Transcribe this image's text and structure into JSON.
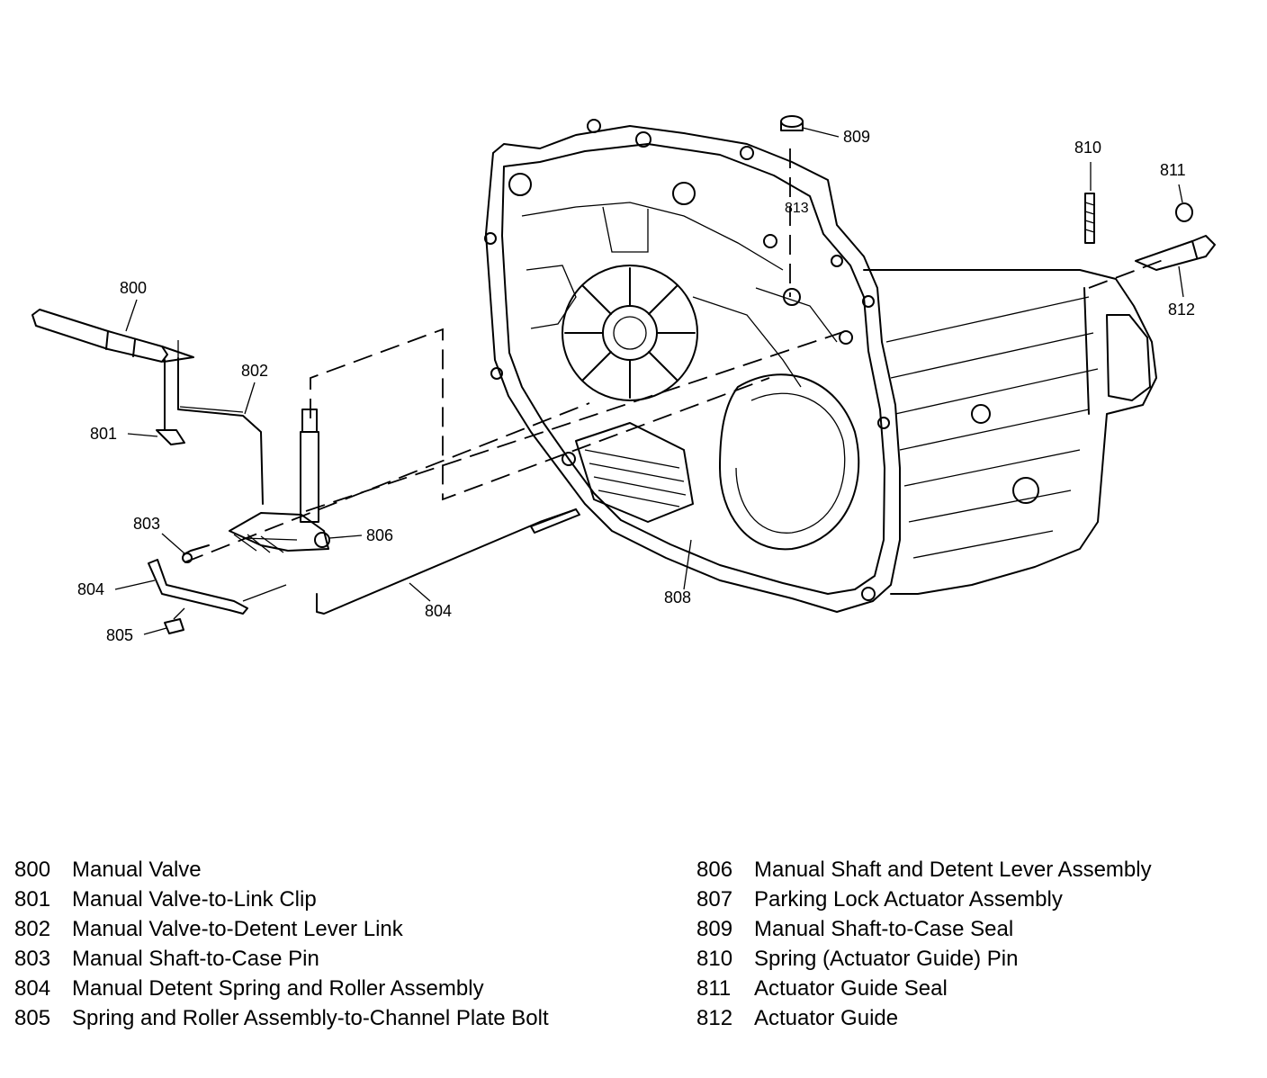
{
  "callouts": {
    "c800": "800",
    "c801": "801",
    "c802": "802",
    "c803": "803",
    "c804a": "804",
    "c804b": "804",
    "c805": "805",
    "c806": "806",
    "c808": "808",
    "c809": "809",
    "c810": "810",
    "c811": "811",
    "c812": "812",
    "c813": "813"
  },
  "legend": {
    "left": [
      {
        "num": "800",
        "desc": "Manual Valve"
      },
      {
        "num": "801",
        "desc": "Manual Valve-to-Link Clip"
      },
      {
        "num": "802",
        "desc": "Manual Valve-to-Detent Lever Link"
      },
      {
        "num": "803",
        "desc": "Manual Shaft-to-Case Pin"
      },
      {
        "num": "804",
        "desc": "Manual Detent Spring and Roller Assembly"
      },
      {
        "num": "805",
        "desc": "Spring and Roller Assembly-to-Channel Plate Bolt"
      }
    ],
    "right": [
      {
        "num": "806",
        "desc": "Manual Shaft and Detent Lever Assembly"
      },
      {
        "num": "807",
        "desc": "Parking Lock Actuator Assembly"
      },
      {
        "num": "809",
        "desc": "Manual Shaft-to-Case Seal"
      },
      {
        "num": "810",
        "desc": "Spring (Actuator Guide) Pin"
      },
      {
        "num": "811",
        "desc": "Actuator Guide Seal"
      },
      {
        "num": "812",
        "desc": "Actuator Guide"
      }
    ]
  }
}
